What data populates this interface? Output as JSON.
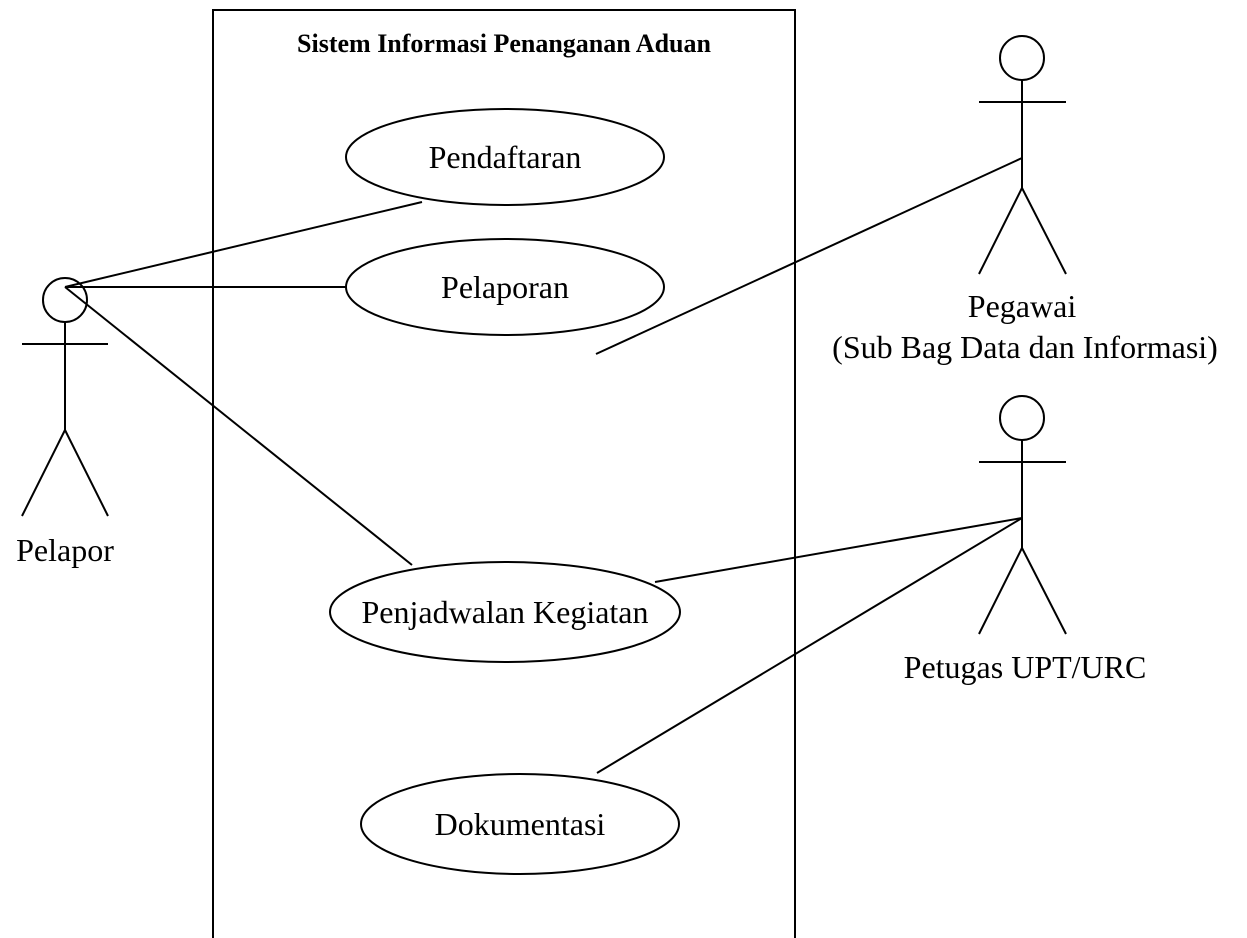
{
  "system": {
    "title": "Sistem Informasi Penanganan Aduan"
  },
  "use_cases": {
    "pendaftaran": "Pendaftaran",
    "pelaporan": "Pelaporan",
    "penjadwalan": "Penjadwalan Kegiatan",
    "dokumentasi": "Dokumentasi"
  },
  "actors": {
    "pelapor": "Pelapor",
    "pegawai_line1": "Pegawai",
    "pegawai_line2": "(Sub Bag Data dan Informasi)",
    "petugas": "Petugas UPT/URC"
  },
  "colors": {
    "stroke": "#000000",
    "background": "#ffffff"
  }
}
